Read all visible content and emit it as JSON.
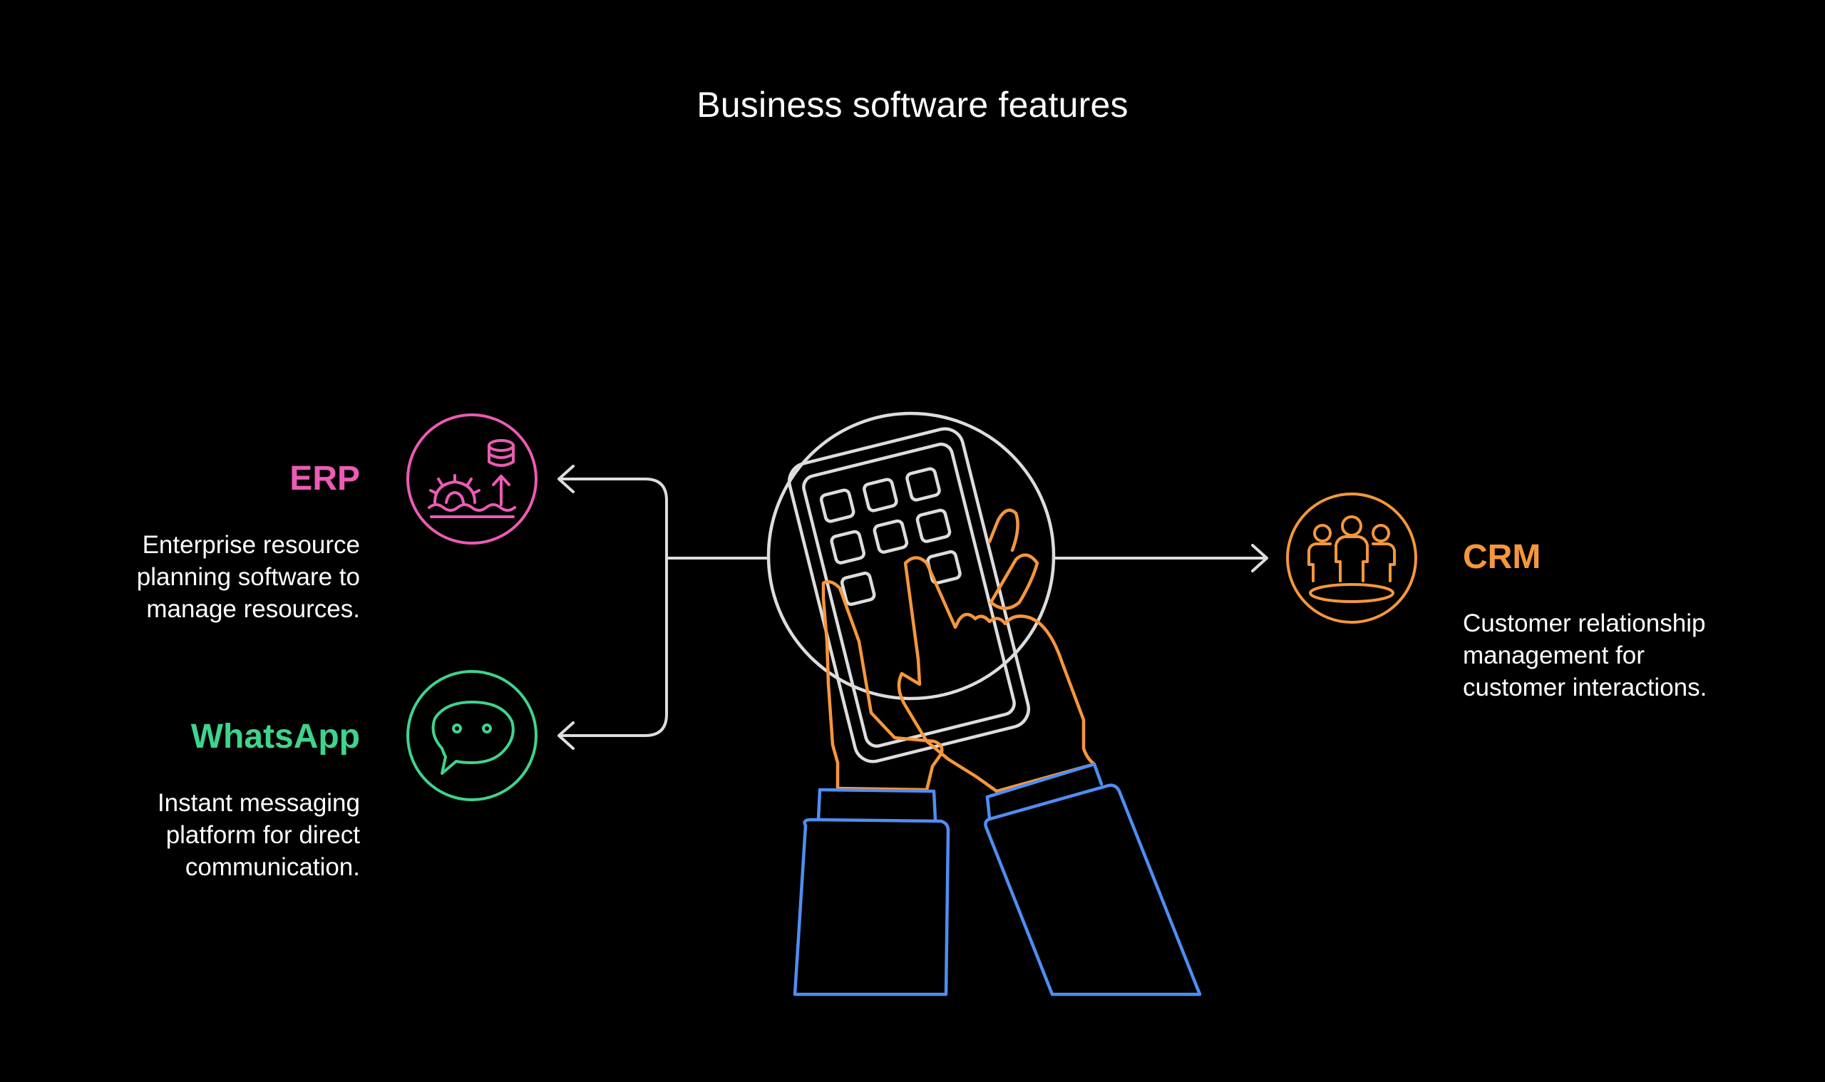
{
  "title": "Business software features",
  "colors": {
    "background": "#000000",
    "connector": "#dddddd",
    "erp": "#ec5bb4",
    "whatsapp": "#3fd48c",
    "crm": "#f5973c",
    "hand": "#f5973c",
    "sleeve": "#4f8ef2"
  },
  "nodes": {
    "erp": {
      "label": "ERP",
      "description": "Enterprise resource\nplanning software to\nmanage resources.",
      "icon": "gear-database-icon"
    },
    "whatsapp": {
      "label": "WhatsApp",
      "description": "Instant messaging\nplatform for direct\ncommunication.",
      "icon": "chat-bubble-icon"
    },
    "crm": {
      "label": "CRM",
      "description": "Customer relationship\nmanagement for\ncustomer interactions.",
      "icon": "people-group-icon"
    }
  },
  "center": {
    "icon": "hands-smartphone-icon"
  }
}
